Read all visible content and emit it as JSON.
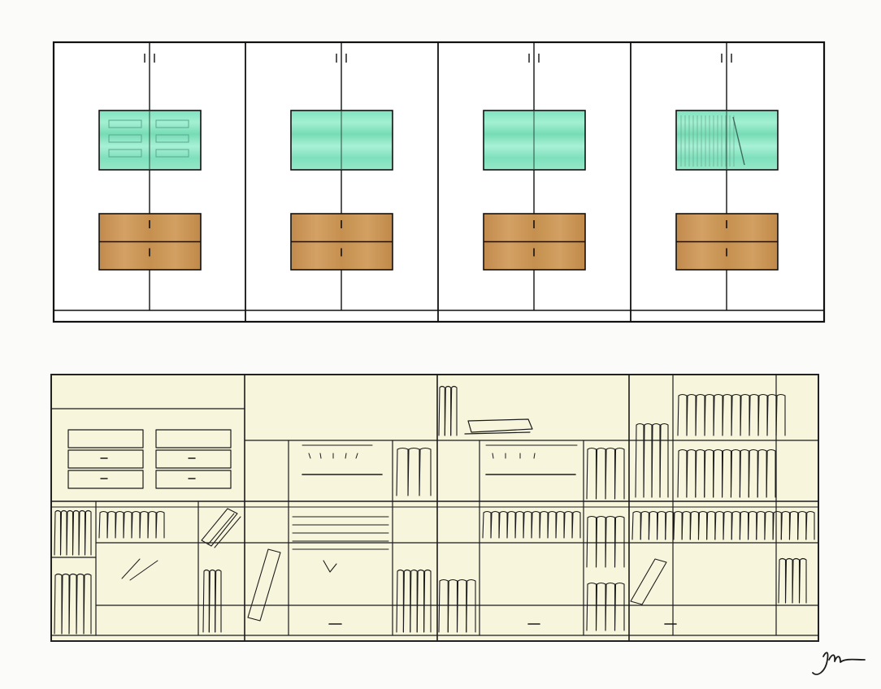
{
  "drawing": {
    "elevation": {
      "cabinet_count": 4,
      "glass_color": "#86e6c4",
      "wood_color": "#c99558",
      "panel_color": "#ffffff"
    },
    "interior_sketch": {
      "paper_color": "#f7f5dc",
      "section_count": 4
    },
    "signature": "signature-mark"
  }
}
